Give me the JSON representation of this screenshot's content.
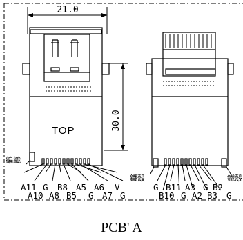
{
  "title": "PCB' A",
  "left_view": {
    "label": "TOP",
    "width_dim": "21.0",
    "height_dim": "30.0",
    "side_note": "編織",
    "pins_top_row": [
      "A11",
      "G",
      "B8",
      "A5",
      "A6",
      "V"
    ],
    "pins_bottom_row": [
      "A10",
      "A8",
      "B5",
      "G",
      "A7",
      "G"
    ]
  },
  "right_view": {
    "side_note_left": "鐵殼",
    "side_note_right": "鐵殼",
    "pins_top_row": [
      "G",
      "B11",
      "A3",
      "G",
      "B2"
    ],
    "pins_bottom_row": [
      "B10",
      "G",
      "A2",
      "B3",
      "G"
    ]
  }
}
